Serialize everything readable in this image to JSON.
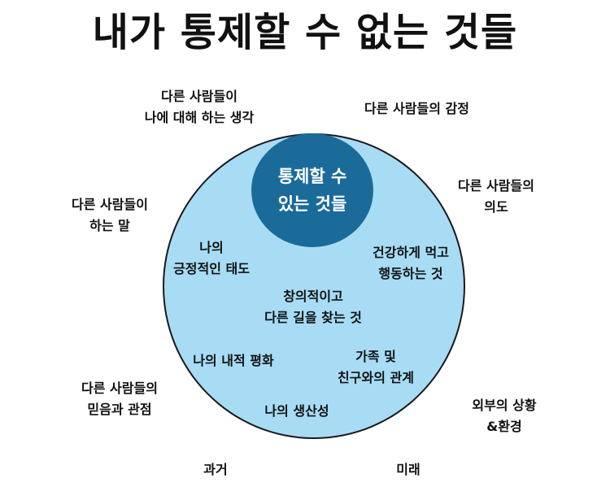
{
  "title": "내가 통제할 수 없는 것들",
  "center": {
    "lines": [
      "통제할 수",
      "있는 것들"
    ]
  },
  "inside_items": [
    {
      "lines": [
        "나의",
        "긍정적인 태도"
      ]
    },
    {
      "lines": [
        "건강하게 먹고",
        "행동하는 것"
      ]
    },
    {
      "lines": [
        "창의적이고",
        "다른 길을 찾는 것"
      ]
    },
    {
      "lines": [
        "나의 내적 평화"
      ]
    },
    {
      "lines": [
        "가족 및",
        "친구와의 관계"
      ]
    },
    {
      "lines": [
        "나의 생산성"
      ]
    }
  ],
  "outside_items": [
    {
      "lines": [
        "다른 사람들이",
        "나에 대해 하는 생각"
      ]
    },
    {
      "lines": [
        "다른 사람들의 감정"
      ]
    },
    {
      "lines": [
        "다른 사람들이",
        "하는 말"
      ]
    },
    {
      "lines": [
        "다른 사람들의",
        "의도"
      ]
    },
    {
      "lines": [
        "다른 사람들의",
        "믿음과 관점"
      ]
    },
    {
      "lines": [
        "외부의 상황",
        "&환경"
      ]
    },
    {
      "lines": [
        "과거"
      ]
    },
    {
      "lines": [
        "미래"
      ]
    }
  ],
  "colors": {
    "outer_circle_fill": "#a8dcf5",
    "inner_circle_fill": "#1a6b9a",
    "inner_text": "#ffffff",
    "text": "#111111"
  }
}
